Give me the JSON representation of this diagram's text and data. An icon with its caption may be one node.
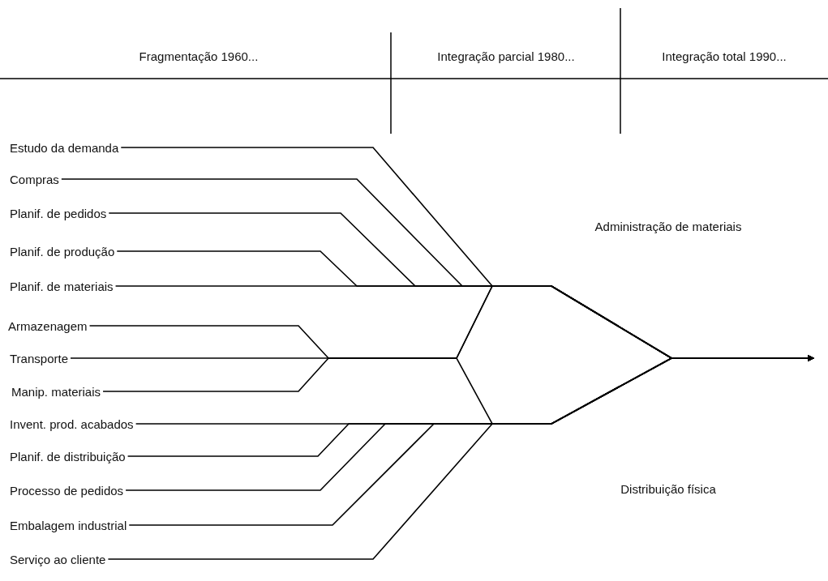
{
  "diagram": {
    "nodes": [
      {
        "text": [
          "Estudo da demanda"
        ]
      },
      {
        "text": [
          "Compras"
        ]
      },
      {
        "text": [
          "Planif. de pedidos"
        ]
      },
      {
        "text": [
          "Planif. de produção"
        ]
      },
      {
        "text": [
          "Planif. de materiais"
        ]
      },
      {
        "text": [
          "Armazenagem"
        ]
      },
      {
        "text": [
          "Transporte"
        ]
      },
      {
        "text": [
          "Manip. materiais"
        ]
      },
      {
        "text": [
          "Invent. prod. acabados"
        ]
      },
      {
        "text": [
          "Planif. de distribuição"
        ]
      },
      {
        "text": [
          "Processo de pedidos"
        ]
      },
      {
        "text": [
          "Embalagem industrial"
        ]
      },
      {
        "text": [
          "Serviço ao cliente"
        ]
      }
    ],
    "edges": [
      {
        "from": 0,
        "to": null,
        "arrow": "to"
      },
      {
        "from": 1,
        "to": null,
        "arrow": "to"
      },
      {
        "from": 2,
        "to": null,
        "arrow": "to"
      },
      {
        "from": 3,
        "to": null,
        "arrow": "to"
      },
      {
        "from": 4,
        "to": null,
        "arrow": "to"
      },
      {
        "from": 5,
        "to": null,
        "arrow": "to"
      },
      {
        "from": 6,
        "to": null,
        "arrow": "to"
      },
      {
        "from": 7,
        "to": null,
        "arrow": "to"
      },
      {
        "from": 8,
        "to": null,
        "arrow": "to"
      },
      {
        "from": 9,
        "to": null,
        "arrow": "to"
      },
      {
        "from": 10,
        "to": null,
        "arrow": "to"
      },
      {
        "from": 11,
        "to": null,
        "arrow": "to"
      },
      {
        "from": 12,
        "to": null,
        "arrow": "to"
      }
    ],
    "labels": [
      "Fragmentação 1960...",
      "Integração parcial 1980...",
      "Integração total 1990...",
      "Administração de materiais",
      "Distribuição física"
    ]
  }
}
